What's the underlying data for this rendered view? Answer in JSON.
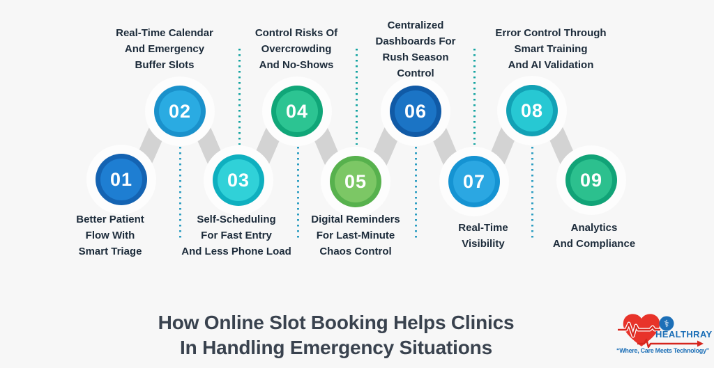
{
  "title": {
    "text": "How Online Slot Booking Helps Clinics\nIn Handling Emergency Situations",
    "color": "#39424e"
  },
  "steps": [
    {
      "number": "01",
      "label": "Better Patient\nFlow With\nSmart Triage",
      "colors": {
        "outer": "#1463b2",
        "inner": "#1e7ed2"
      }
    },
    {
      "number": "02",
      "label": "Real-Time Calendar\nAnd Emergency\nBuffer Slots",
      "colors": {
        "outer": "#1a91cb",
        "inner": "#2aabe2"
      }
    },
    {
      "number": "03",
      "label": "Self-Scheduling\nFor Fast Entry\nAnd Less Phone Load",
      "colors": {
        "outer": "#0eafbf",
        "inner": "#30d1d8"
      }
    },
    {
      "number": "04",
      "label": "Control Risks Of\nOvercrowding\nAnd No-Shows",
      "colors": {
        "outer": "#10a678",
        "inner": "#2cc492"
      }
    },
    {
      "number": "05",
      "label": "Digital Reminders\nFor Last-Minute\nChaos Control",
      "colors": {
        "outer": "#57b14d",
        "inner": "#7cc765"
      }
    },
    {
      "number": "06",
      "label": "Centralized\nDashboards For\nRush Season\nControl",
      "colors": {
        "outer": "#105aa6",
        "inner": "#1b74c5"
      }
    },
    {
      "number": "07",
      "label": "Real-Time\nVisibility",
      "colors": {
        "outer": "#1593d2",
        "inner": "#2ba7e2"
      }
    },
    {
      "number": "08",
      "label": "Error Control Through\nSmart Training\nAnd AI Validation",
      "colors": {
        "outer": "#12a1b5",
        "inner": "#27c8d3"
      }
    },
    {
      "number": "09",
      "label": "Analytics\nAnd Compliance",
      "colors": {
        "outer": "#11a377",
        "inner": "#2cc08e"
      }
    }
  ],
  "theme": {
    "background": "#f7f7f7",
    "ribbon_color": "#d3d3d3",
    "halo_color": "#fdfdfd",
    "dot_color_top": "#12a3a0",
    "dot_color_bottom": "#2d9ec2",
    "label_color": "#1c2b3a"
  },
  "logo": {
    "brand": "HEALTHRAY",
    "tagline": "“Where, Care Meets Technology”",
    "brand_color": "#1c6fb7",
    "heart_color": "#e8332a",
    "ecg_color": "#d6251d",
    "medical_symbol": "⚕"
  }
}
